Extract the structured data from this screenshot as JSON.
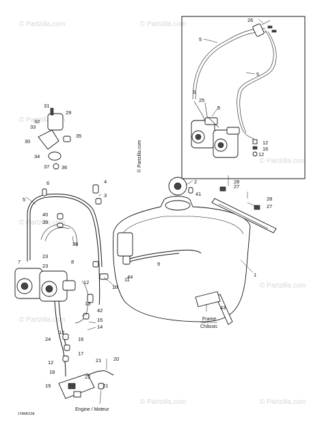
{
  "watermark": {
    "vertical_text": "© Partzilla.com",
    "tile_text": "© Partzilla.com"
  },
  "diagram": {
    "code": "1YAM010E",
    "frame_label_line1": "Frame",
    "frame_label_line2": "Châssis",
    "engine_label": "Engine / Moteur",
    "callouts": [
      "1",
      "2",
      "3",
      "4",
      "5",
      "6",
      "7",
      "8",
      "9",
      "10",
      "11",
      "12",
      "13",
      "14",
      "15",
      "16",
      "17",
      "18",
      "19",
      "20",
      "21",
      "22",
      "23",
      "24",
      "25",
      "26",
      "27",
      "28",
      "29",
      "30",
      "31",
      "32",
      "33",
      "34",
      "35",
      "36",
      "37",
      "38",
      "39",
      "40",
      "41",
      "42",
      "43",
      "44"
    ]
  }
}
